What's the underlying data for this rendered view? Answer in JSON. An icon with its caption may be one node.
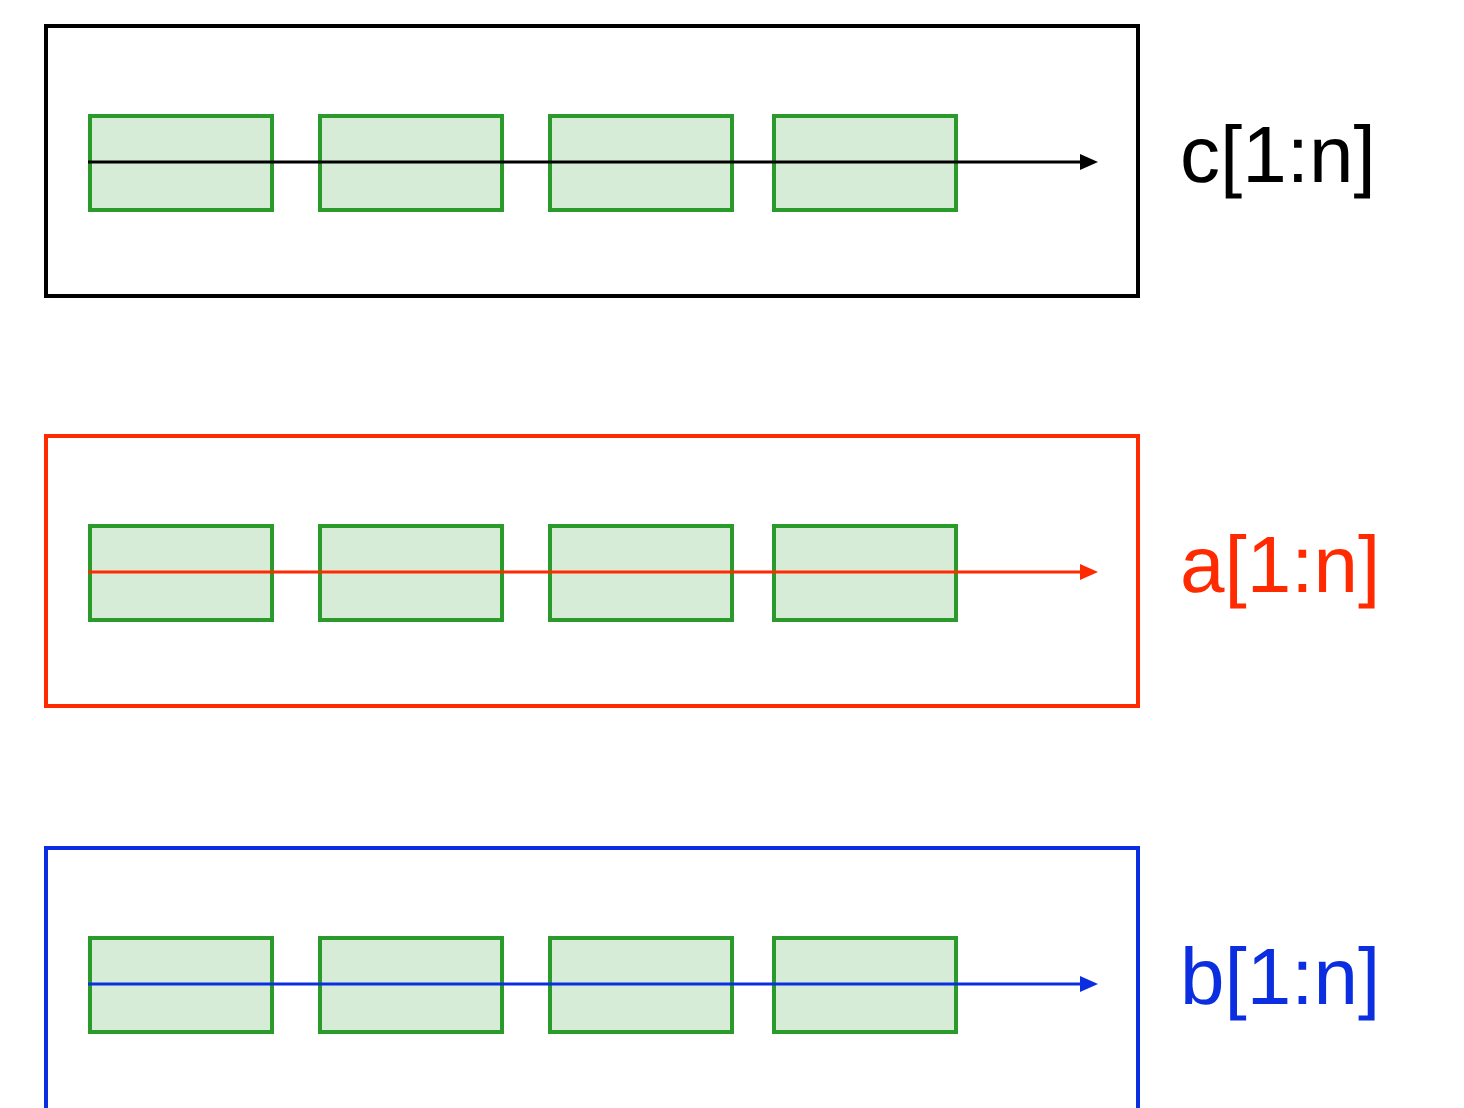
{
  "diagram": {
    "nodes": [
      {
        "text": [],
        "shape": "box",
        "beside": [
          "c[1:n]"
        ]
      },
      {
        "text": [],
        "shape": "box",
        "in": 0
      },
      {
        "text": [],
        "shape": "box",
        "in": 0
      },
      {
        "text": [],
        "shape": "box",
        "in": 0
      },
      {
        "text": [],
        "shape": "box",
        "in": 0
      },
      {
        "text": [],
        "shape": "box",
        "beside": [
          "a[1:n]"
        ]
      },
      {
        "text": [],
        "shape": "box",
        "in": 5
      },
      {
        "text": [],
        "shape": "box",
        "in": 5
      },
      {
        "text": [],
        "shape": "box",
        "in": 5
      },
      {
        "text": [],
        "shape": "box",
        "in": 5
      },
      {
        "text": [],
        "shape": "box",
        "beside": [
          "b[1:n]"
        ]
      },
      {
        "text": [],
        "shape": "box",
        "in": 10
      },
      {
        "text": [],
        "shape": "box",
        "in": 10
      },
      {
        "text": [],
        "shape": "box",
        "in": 10
      },
      {
        "text": [],
        "shape": "box",
        "in": 10
      }
    ]
  }
}
